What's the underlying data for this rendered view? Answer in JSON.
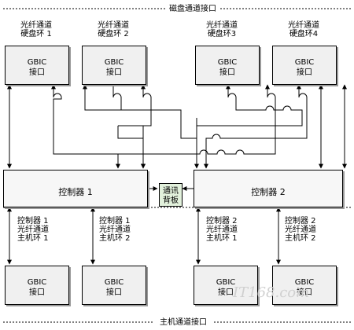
{
  "top_interface_label": "磁盘通道接口",
  "bottom_interface_label": "主机通道接口",
  "disk_loops": [
    {
      "label_line1": "光纤通道",
      "label_line2": "硬盘环 1"
    },
    {
      "label_line1": "光纤通道",
      "label_line2": "硬盘环 2"
    },
    {
      "label_line1": "光纤通道",
      "label_line2": "硬盘环3"
    },
    {
      "label_line1": "光纤通道",
      "label_line2": "硬盘环4"
    }
  ],
  "gbic": {
    "line1": "GBIC",
    "line2": "接口"
  },
  "controllers": [
    {
      "label": "控制器 1"
    },
    {
      "label": "控制器 2"
    }
  ],
  "comm_board": {
    "line1": "通讯",
    "line2": "背板"
  },
  "host_loops": [
    {
      "line1": "控制器 1",
      "line2": "光纤通道",
      "line3": "主机环 1"
    },
    {
      "line1": "控制器 1",
      "line2": "光纤通道",
      "line3": "主机环 2"
    },
    {
      "line1": "控制器 2",
      "line2": "光纤通道",
      "line3": "主机环 1"
    },
    {
      "line1": "控制器 2",
      "line2": "光纤通道",
      "line3": "主机环 2"
    }
  ],
  "watermark": "IT168.com"
}
